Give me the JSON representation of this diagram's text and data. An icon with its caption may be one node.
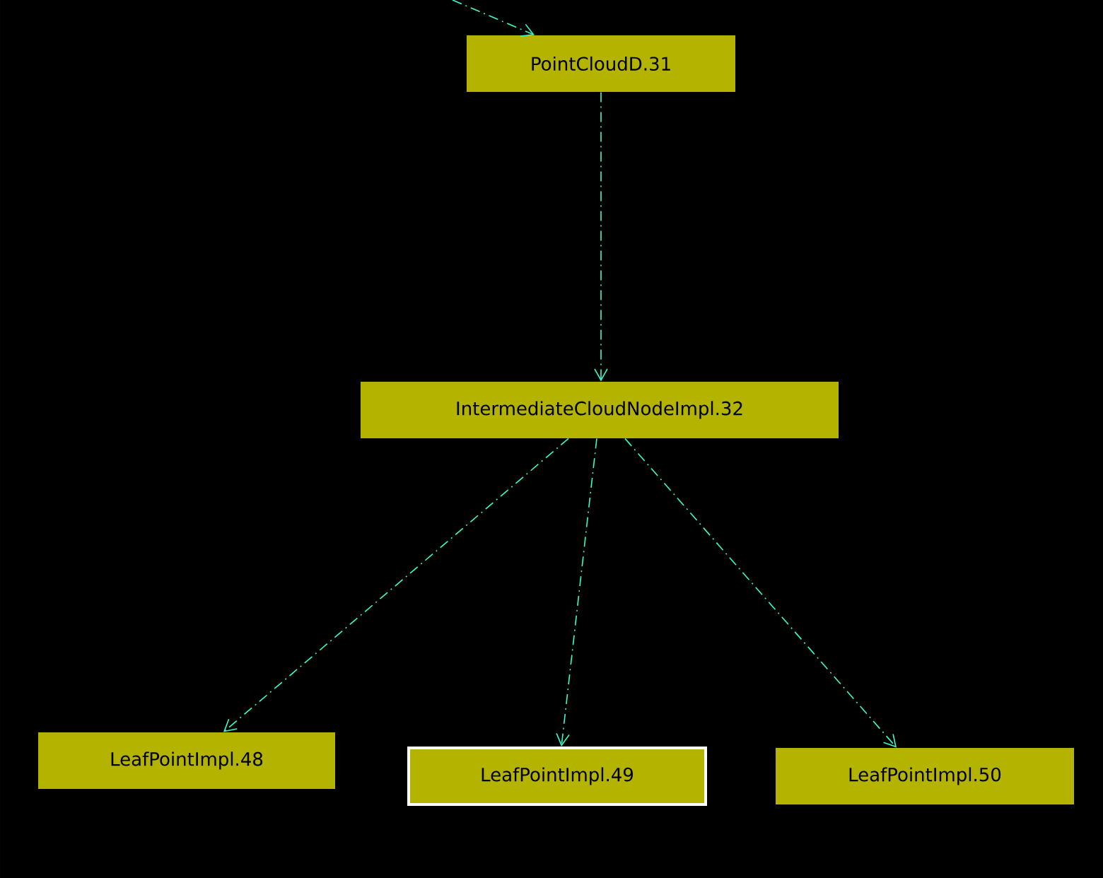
{
  "diagram": {
    "nodes": [
      {
        "text": [
          "PointCloudD.31"
        ]
      },
      {
        "text": [
          "IntermediateCloudNodeImpl.32"
        ]
      },
      {
        "text": [
          "LeafPointImpl.48"
        ]
      },
      {
        "text": [
          "LeafPointImpl.49"
        ]
      },
      {
        "text": [
          "LeafPointImpl.50"
        ]
      }
    ],
    "edges": [
      {
        "from": null,
        "to": 0,
        "arrow": "to",
        "style": "dashed"
      },
      {
        "from": 0,
        "to": 1,
        "arrow": "to",
        "style": "dashed"
      },
      {
        "from": 1,
        "to": 2,
        "arrow": "to",
        "style": "dashed"
      },
      {
        "from": 1,
        "to": 3,
        "arrow": "to",
        "style": "dashed"
      },
      {
        "from": 1,
        "to": 4,
        "arrow": "to",
        "style": "dashed"
      }
    ]
  }
}
